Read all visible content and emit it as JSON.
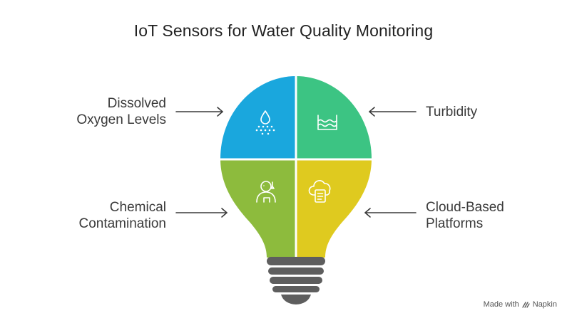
{
  "title": "IoT Sensors for Water Quality Monitoring",
  "segments": [
    {
      "label_lines": [
        "Dissolved",
        "Oxygen Levels"
      ],
      "icon": "water-drop-sprinkle-icon",
      "color": "#1AA7DD"
    },
    {
      "label_lines": [
        "Turbidity"
      ],
      "icon": "water-waves-icon",
      "color": "#3CC483"
    },
    {
      "label_lines": [
        "Chemical",
        "Contamination"
      ],
      "icon": "scientist-icon",
      "color": "#8DBB3D"
    },
    {
      "label_lines": [
        "Cloud-Based",
        "Platforms"
      ],
      "icon": "cloud-document-icon",
      "color": "#DFCA1F"
    }
  ],
  "watermark": {
    "prefix": "Made with",
    "brand": "Napkin"
  },
  "colors": {
    "base": "#5E5E5E",
    "arrow": "#3A3A3A",
    "divider": "#FFFFFF"
  }
}
